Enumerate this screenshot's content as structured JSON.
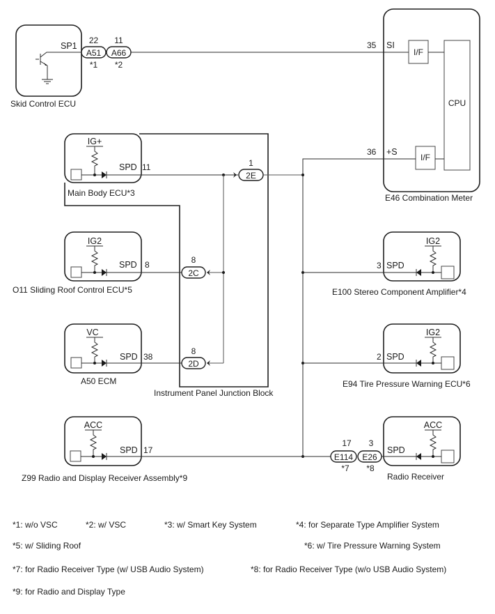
{
  "components": {
    "skid_control_ecu": {
      "label": "Skid Control ECU",
      "terminal": "SP1"
    },
    "combination_meter": {
      "label": "E46 Combination Meter",
      "cpu_label": "CPU",
      "if_label": "I/F",
      "terminals": [
        {
          "pin": "35",
          "name": "SI"
        },
        {
          "pin": "36",
          "name": "+S"
        }
      ]
    },
    "main_body_ecu": {
      "label": "Main Body ECU*3",
      "supply": "IG+",
      "terminal": "SPD",
      "pin": "11"
    },
    "sliding_roof_ecu": {
      "label": "O11 Sliding Roof Control ECU*5",
      "supply": "IG2",
      "terminal": "SPD",
      "pin": "8"
    },
    "ecm": {
      "label": "A50 ECM",
      "supply": "VC",
      "terminal": "SPD",
      "pin": "38"
    },
    "radio_display_receiver": {
      "label": "Z99 Radio and Display Receiver Assembly*9",
      "supply": "ACC",
      "terminal": "SPD",
      "pin": "17"
    },
    "stereo_amplifier": {
      "label": "E100 Stereo Component Amplifier*4",
      "supply": "IG2",
      "terminal": "SPD",
      "pin": "3"
    },
    "tire_pressure_ecu": {
      "label": "E94 Tire Pressure Warning ECU*6",
      "supply": "IG2",
      "terminal": "SPD",
      "pin": "2"
    },
    "radio_receiver": {
      "label": "Radio Receiver",
      "supply": "ACC",
      "terminal": "SPD"
    },
    "junction_block": {
      "label": "Instrument Panel Junction Block"
    }
  },
  "connectors": {
    "a51": {
      "name": "A51",
      "pin": "22",
      "note": "*1"
    },
    "a66": {
      "name": "A66",
      "pin": "11",
      "note": "*2"
    },
    "c2e": {
      "name": "2E",
      "pin": "1"
    },
    "c2c": {
      "name": "2C",
      "pin": "8"
    },
    "c2d": {
      "name": "2D",
      "pin": "8"
    },
    "e114": {
      "name": "E114",
      "pin": "17",
      "note": "*7"
    },
    "e26": {
      "name": "E26",
      "pin": "3",
      "note": "*8"
    }
  },
  "notes": [
    "*1: w/o VSC",
    "*2: w/ VSC",
    "*3: w/ Smart Key System",
    "*4: for Separate Type Amplifier System",
    "*5: w/ Sliding Roof",
    "*6: w/ Tire Pressure Warning System",
    "*7: for Radio Receiver Type (w/ USB Audio System)",
    "*8: for Radio Receiver Type (w/o USB Audio System)",
    "*9: for Radio and Display Type"
  ]
}
